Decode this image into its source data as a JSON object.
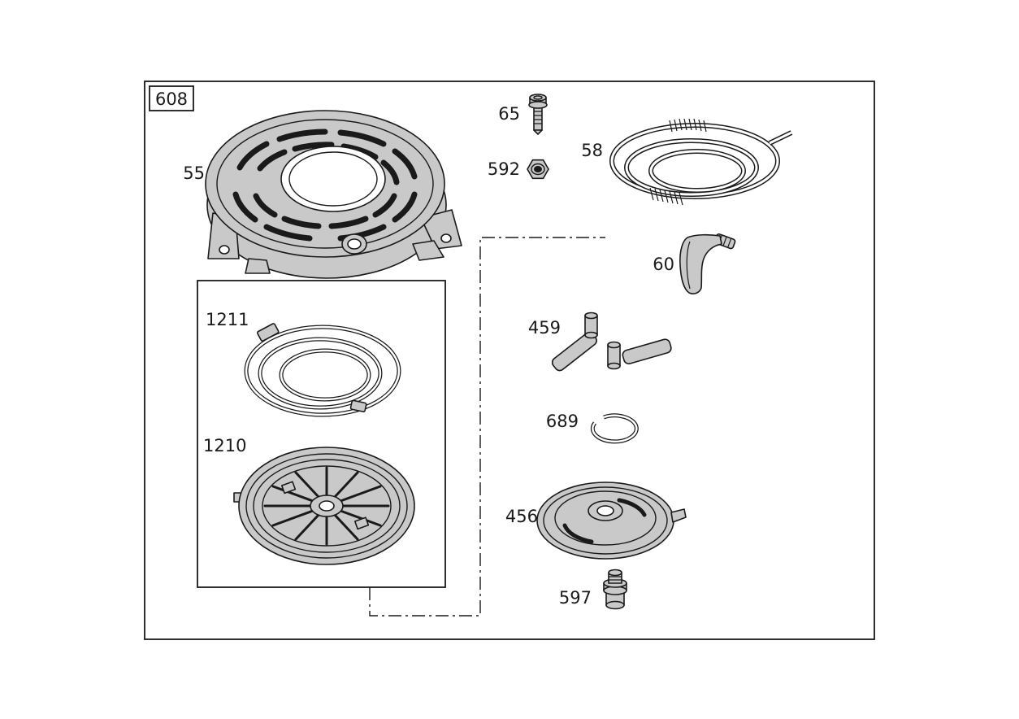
{
  "colors": {
    "background": "#ffffff",
    "line": "#1a1a1a",
    "part_fill": "#c9c9c9"
  },
  "diagram": {
    "frame_label": "608",
    "parts": {
      "blower_housing": "55",
      "screw": "65",
      "hex_nut": "592",
      "starter_rope": "58",
      "starter_handle": "60",
      "pawl_kit": "459",
      "retainer_ring": "689",
      "pulley_cam": "456",
      "starter_screw": "597",
      "recoil_spring": "1211",
      "starter_pulley": "1210"
    }
  }
}
